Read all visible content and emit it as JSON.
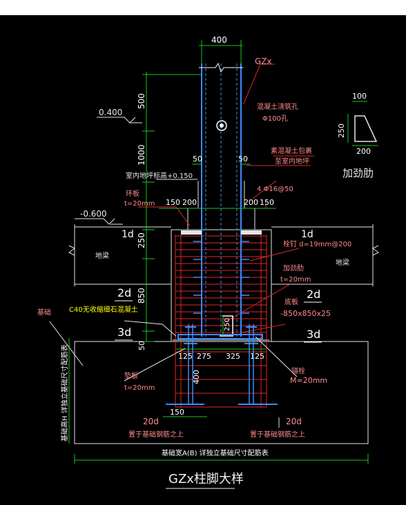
{
  "colors": {
    "background": "#000000",
    "dimension": "#19c819",
    "column": "#3c8cff",
    "rebar": "#e02828",
    "annotation": "#ff8a8a",
    "title": "#f2f2f2",
    "yellow": "#ffff00",
    "gray": "#a0a0a0"
  },
  "dims": {
    "top_width": "400",
    "d500": "500",
    "d1000": "1000",
    "d250": "250",
    "d850": "850",
    "d50": "50",
    "left50": "50",
    "right50": "50",
    "left150": "150",
    "left200": "200",
    "right200": "200",
    "right150": "150",
    "b125a": "125",
    "b275": "275",
    "b325": "325",
    "b125b": "125",
    "d400": "400",
    "b150": "150",
    "s250": "250",
    "rib100": "100",
    "rib250": "250",
    "rib200": "200",
    "d1d_left": "1d",
    "d1d_right": "1d",
    "d2d_left": "2d",
    "d2d_right": "2d",
    "d3d_left": "3d",
    "d3d_right": "3d",
    "d20d_left": "20d",
    "d20d_right": "20d"
  },
  "labels": {
    "gzx": "GZx",
    "elev_0400": "0.400",
    "elev_m0600": "-0.600",
    "floor_elev": "室内地坪标高+0.150",
    "concrete_hole": "混凝土浇筑孔",
    "hole_size": "Φ100孔",
    "wrap_line1": "素混凝土包裹",
    "wrap_line2": "至室内地坪",
    "rebar_spec": "4 Φ16@50",
    "ring_plate": "环板",
    "ring_t": "t=20mm",
    "stud": "栓钉 d=19mm@200",
    "stiffener": "加劲肋",
    "stiffener_t": "t=20mm",
    "base_plate": "底板",
    "base_size": "-850x850x25",
    "c40": "C40无收缩细石混凝土",
    "foundation": "基础",
    "ground_beam_left": "地梁",
    "ground_beam_right": "地梁",
    "pad": "垫板",
    "pad_t": "t=20mm",
    "anchor": "锚栓",
    "anchor_m": "M=20mm",
    "rebar_above_left": "置于基础钢筋之上",
    "rebar_above_right": "置于基础钢筋之上",
    "foundation_height": "基础高H  详独立基础尺寸配筋表",
    "foundation_width": "基础宽A(B)   详独立基础尺寸配筋表",
    "rib_title": "加劲肋",
    "main_title": "GZx柱脚大样"
  }
}
